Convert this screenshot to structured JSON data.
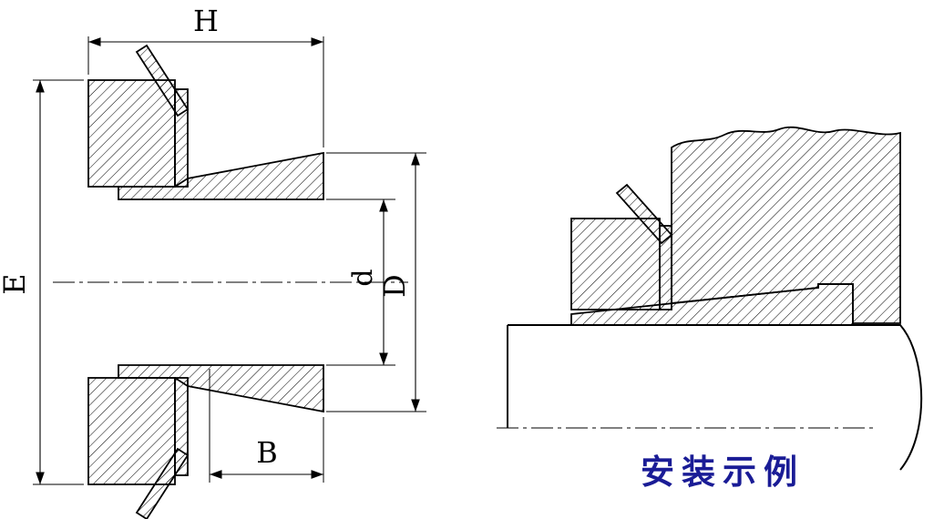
{
  "figure": {
    "type": "technical-drawing",
    "section_view": {
      "dimension_labels": {
        "H": "H",
        "E": "E",
        "d": "d",
        "D": "D",
        "B": "B"
      }
    },
    "installation_view": {
      "caption": "安装示例",
      "caption_color": "#1a1c96"
    },
    "colors": {
      "line": "#000000",
      "background": "#ffffff"
    }
  }
}
